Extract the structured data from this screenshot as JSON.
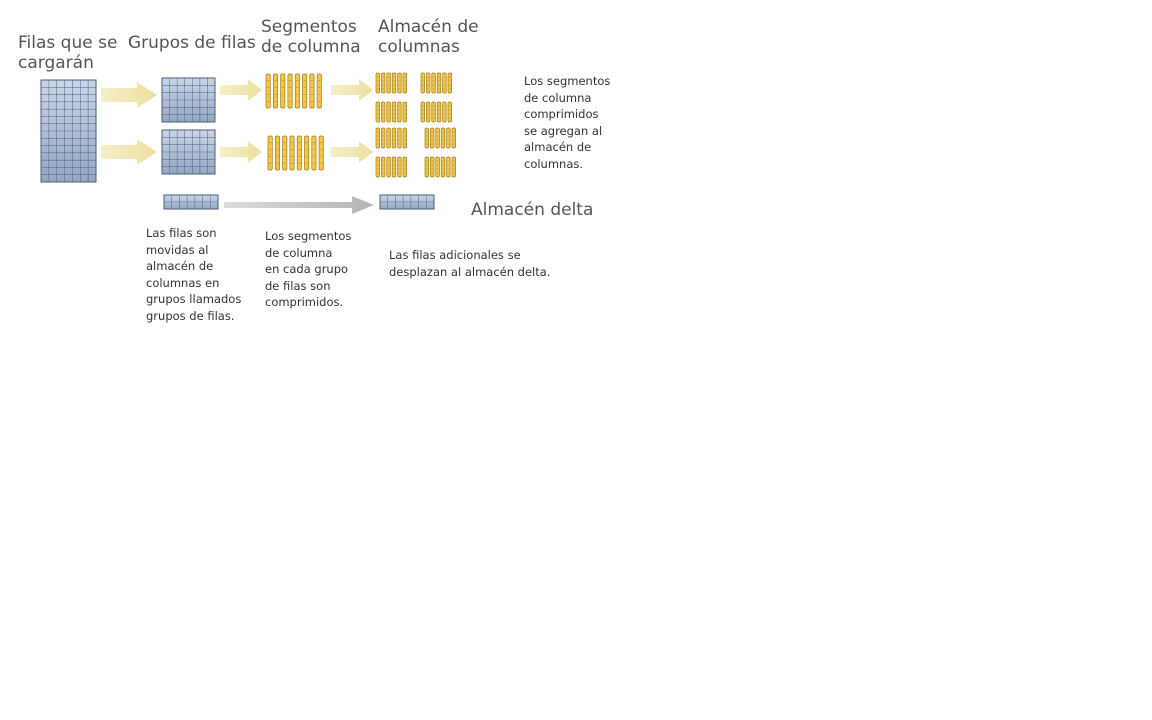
{
  "headers": {
    "rows_to_load": "Filas que se\ncargarán",
    "row_groups": "Grupos de filas",
    "column_segments": "Segmentos\nde columna",
    "columnstore": "Almacén de\ncolumnas"
  },
  "labels": {
    "delta_store": "Almacén delta"
  },
  "notes": {
    "rows_moved": "Las filas son\nmovidas al\nalmacén de\ncolumnas en\ngrupos llamados\ngrupos de filas.",
    "segments_compressed": "Los segmentos\nde columna\nen cada grupo\nde filas son\ncomprimidos.",
    "extra_rows": "Las filas adicionales se\ndesplazan al almacén delta.",
    "segments_added": "Los segmentos\nde columna\ncomprimidos\nse agregan al\nalmacén de\ncolumnas."
  },
  "colors": {
    "grid_fill_light": "#cad6e6",
    "grid_fill_dark": "#93a7c3",
    "grid_line": "#4a5d7c",
    "segment_fill": "#f6c64a",
    "segment_stroke": "#9e7a12",
    "arrow_yellow": "#f2e9b8",
    "arrow_gray": "#c6c6c6"
  }
}
